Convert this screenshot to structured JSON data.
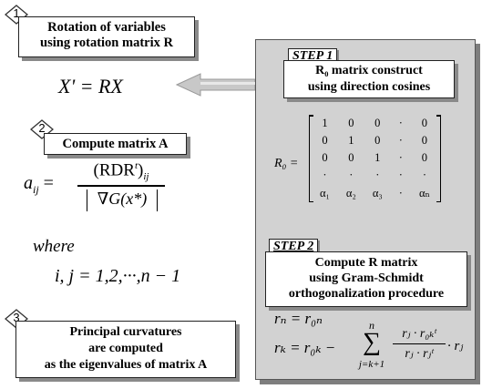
{
  "step1_left": {
    "badge": "1",
    "title_line1": "Rotation of variables",
    "title_line2": "using rotation matrix R",
    "formula_lhs": "X' = RX"
  },
  "step2_left": {
    "badge": "2",
    "title": "Compute matrix A",
    "formula_lhs": "a",
    "formula_sub": "ij",
    "numerator": "(RDR",
    "numerator_sup": "t",
    "numerator_close": ")",
    "numerator_sub": "ij",
    "denominator": "∇G(x*)",
    "where": "where",
    "range": "i, j = 1,2,···,n − 1"
  },
  "step3_left": {
    "badge": "3",
    "line1": "Principal curvatures",
    "line2": "are computed",
    "line3": "as the eigenvalues of matrix A"
  },
  "panel": {
    "step1_label": "STEP 1",
    "step1_line1": "R₀ matrix construct",
    "step1_line2": "using direction cosines",
    "matrix_lhs": "R₀ =",
    "matrix_rows": [
      [
        "1",
        "0",
        "0",
        "·",
        "0"
      ],
      [
        "0",
        "1",
        "0",
        "·",
        "0"
      ],
      [
        "0",
        "0",
        "1",
        "·",
        "0"
      ],
      [
        "·",
        "·",
        "·",
        "·",
        "·"
      ],
      [
        "α₁",
        "α₂",
        "α₃",
        "·",
        "αₙ"
      ]
    ],
    "step2_label": "STEP 2",
    "step2_line1": "Compute R matrix",
    "step2_line2": "using Gram-Schmidt",
    "step2_line3": "orthogonalization procedure",
    "eq1": "rₙ = r₀ₙ",
    "eq2_lhs": "rₖ = r₀ₖ −",
    "sum_top": "n",
    "sum_bottom": "j=k+1",
    "frac_num": "rⱼ · r₀ₖᵗ",
    "frac_den": "rⱼ · rⱼᵗ",
    "eq2_tail": "· rⱼ"
  }
}
